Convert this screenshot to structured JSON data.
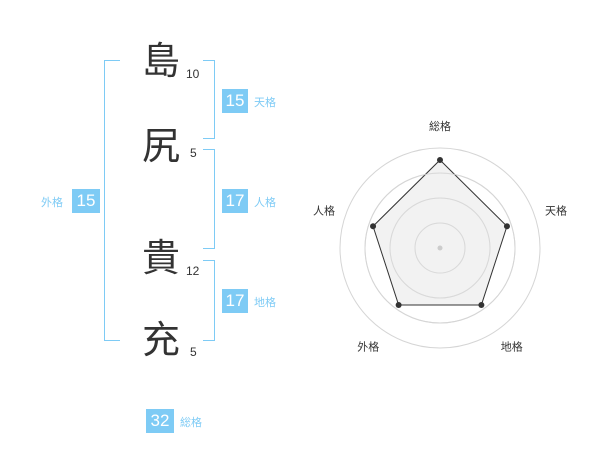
{
  "name_chars": [
    {
      "char": "島",
      "strokes": "10"
    },
    {
      "char": "尻",
      "strokes": "5"
    },
    {
      "char": "貴",
      "strokes": "12"
    },
    {
      "char": "充",
      "strokes": "5"
    }
  ],
  "fortunes": {
    "tenkaku": {
      "value": "15",
      "label": "天格"
    },
    "jinkaku": {
      "value": "17",
      "label": "人格"
    },
    "chikaku": {
      "value": "17",
      "label": "地格"
    },
    "gaikaku": {
      "value": "15",
      "label": "外格"
    },
    "soukaku": {
      "value": "32",
      "label": "総格"
    }
  },
  "colors": {
    "accent": "#7ecbf5",
    "text": "#333333",
    "radar_fill": "#eeeeee",
    "radar_ring": "#d5d5d5"
  },
  "chart_data": {
    "type": "radar",
    "axes": [
      "総格",
      "天格",
      "地格",
      "外格",
      "人格"
    ],
    "values": [
      1.0,
      0.8,
      0.8,
      0.8,
      0.8
    ],
    "max": 1.0,
    "rings": 4
  }
}
